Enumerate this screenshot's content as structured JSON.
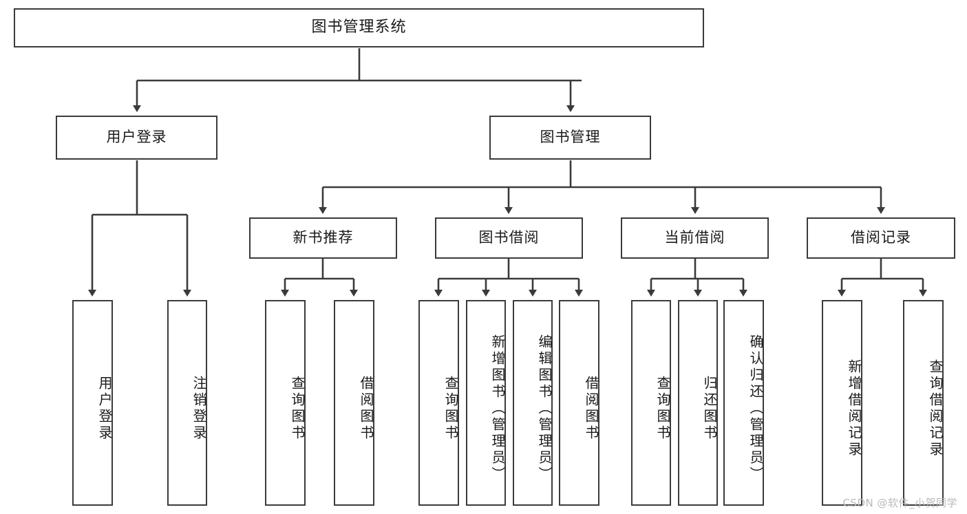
{
  "diagram": {
    "title": "图书管理系统",
    "type": "tree-hierarchy-chart",
    "watermark": "CSDN @软件_小贺同学",
    "colors": {
      "box_border": "#3a3a3a",
      "box_fill": "#ffffff",
      "edge": "#3a3a3a",
      "text": "#1a1a1a",
      "watermark": "#b9b9b9",
      "background": "#ffffff"
    },
    "root": {
      "label": "图书管理系统"
    },
    "level2": [
      {
        "label": "用户登录"
      },
      {
        "label": "图书管理"
      }
    ],
    "level3": [
      {
        "label": "新书推荐"
      },
      {
        "label": "图书借阅"
      },
      {
        "label": "当前借阅"
      },
      {
        "label": "借阅记录"
      }
    ],
    "leaves": {
      "user_login": [
        {
          "label": "用户登录"
        },
        {
          "label": "注销登录"
        }
      ],
      "new_book_recommend": [
        {
          "label": "查询图书"
        },
        {
          "label": "借阅图书"
        }
      ],
      "book_borrow": [
        {
          "label": "查询图书"
        },
        {
          "label": "新增图书（管理员）"
        },
        {
          "label": "编辑图书（管理员）"
        },
        {
          "label": "借阅图书"
        }
      ],
      "current_borrow": [
        {
          "label": "查询图书"
        },
        {
          "label": "归还图书"
        },
        {
          "label": "确认归还（管理员）"
        }
      ],
      "borrow_records": [
        {
          "label": "新增借阅记录"
        },
        {
          "label": "查询借阅记录"
        }
      ]
    }
  }
}
